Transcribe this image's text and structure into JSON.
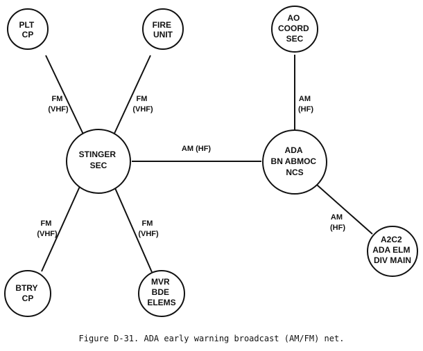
{
  "nodes": {
    "plt_cp": {
      "lines": [
        "PLT",
        "CP"
      ]
    },
    "fire_unit": {
      "lines": [
        "FIRE",
        "UNIT"
      ]
    },
    "ao_coord_sec": {
      "lines": [
        "AO",
        "COORD",
        "SEC"
      ]
    },
    "stinger_sec": {
      "lines": [
        "STINGER",
        "SEC"
      ]
    },
    "ada_bn_abmoc_ncs": {
      "lines": [
        "ADA",
        "BN ABMOC",
        "NCS"
      ]
    },
    "btry_cp": {
      "lines": [
        "BTRY",
        "CP"
      ]
    },
    "mvr_bde_elems": {
      "lines": [
        "MVR",
        "BDE",
        "ELEMS"
      ]
    },
    "a2c2_ada_elm_div_main": {
      "lines": [
        "A2C2",
        "ADA ELM",
        "DIV MAIN"
      ]
    }
  },
  "links": {
    "plt_to_stinger": {
      "lines": [
        "FM",
        "(VHF)"
      ]
    },
    "fire_to_stinger": {
      "lines": [
        "FM",
        "(VHF)"
      ]
    },
    "btry_to_stinger": {
      "lines": [
        "FM",
        "(VHF)"
      ]
    },
    "mvr_to_stinger": {
      "lines": [
        "FM",
        "(VHF)"
      ]
    },
    "stinger_to_ada": {
      "lines": [
        "AM (HF)"
      ]
    },
    "ao_to_ada": {
      "lines": [
        "AM",
        "(HF)"
      ]
    },
    "a2c2_to_ada": {
      "lines": [
        "AM",
        "(HF)"
      ]
    }
  },
  "caption": "Figure D-31. ADA early warning broadcast (AM/FM) net."
}
